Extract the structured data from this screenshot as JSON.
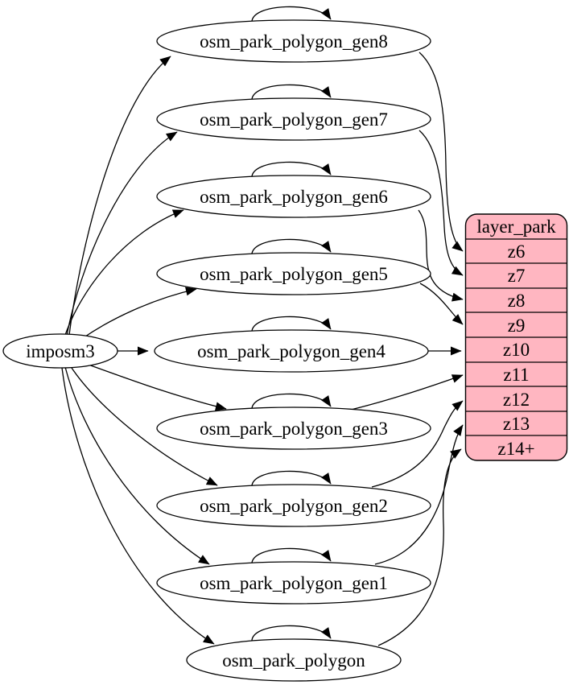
{
  "diagram": {
    "type": "graphviz-digraph",
    "source": {
      "label": "imposm3"
    },
    "tables": [
      {
        "label": "osm_park_polygon_gen8",
        "target": "z6"
      },
      {
        "label": "osm_park_polygon_gen7",
        "target": "z7"
      },
      {
        "label": "osm_park_polygon_gen6",
        "target": "z8"
      },
      {
        "label": "osm_park_polygon_gen5",
        "target": "z9"
      },
      {
        "label": "osm_park_polygon_gen4",
        "target": "z10"
      },
      {
        "label": "osm_park_polygon_gen3",
        "target": "z11"
      },
      {
        "label": "osm_park_polygon_gen2",
        "target": "z12"
      },
      {
        "label": "osm_park_polygon_gen1",
        "target": "z13"
      },
      {
        "label": "osm_park_polygon",
        "target": "z14+"
      }
    ],
    "layer": {
      "title": "layer_park",
      "rows": [
        "z6",
        "z7",
        "z8",
        "z9",
        "z10",
        "z11",
        "z12",
        "z13",
        "z14+"
      ]
    },
    "colors": {
      "layer_fill": "#ffb6c1",
      "node_fill": "#ffffff",
      "edge": "#000000"
    }
  }
}
